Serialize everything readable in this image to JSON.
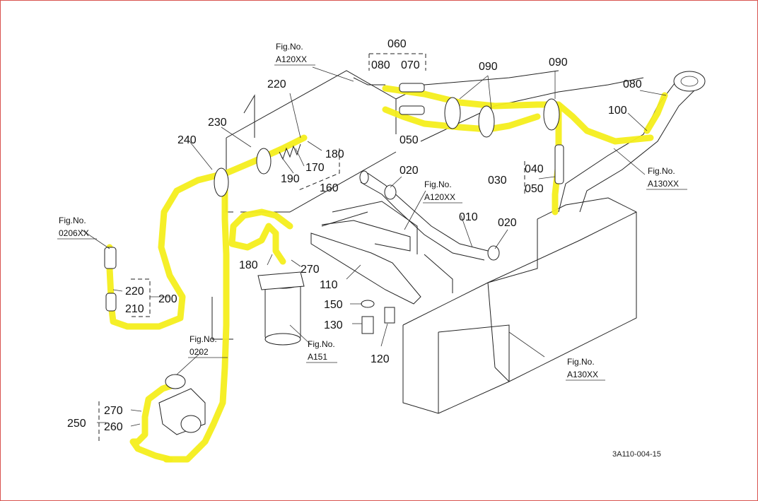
{
  "diagram": {
    "code": "3A110-004-15",
    "highlight_color": "#f4ee1c",
    "frame_color": "#d9534f",
    "fig_refs": {
      "a120_top": {
        "label": "Fig.No.",
        "ref": "A120XX"
      },
      "a120_mid": {
        "label": "Fig.No.",
        "ref": "A120XX"
      },
      "a130_right": {
        "label": "Fig.No.",
        "ref": "A130XX"
      },
      "a130_bottom": {
        "label": "Fig.No.",
        "ref": "A130XX"
      },
      "f0206": {
        "label": "Fig.No.",
        "ref": "0206XX"
      },
      "f0202": {
        "label": "Fig.No.",
        "ref": "0202"
      },
      "a151": {
        "label": "Fig.No.",
        "ref": "A151"
      }
    },
    "parts": {
      "p060": "060",
      "p080a": "080",
      "p070": "070",
      "p050a": "050",
      "p090a": "090",
      "p090b": "090",
      "p080b": "080",
      "p100": "100",
      "p220a": "220",
      "p230": "230",
      "p240": "240",
      "p180a": "180",
      "p170": "170",
      "p190": "190",
      "p160": "160",
      "p020a": "020",
      "p040": "040",
      "p030": "030",
      "p050b": "050",
      "p010": "010",
      "p020b": "020",
      "p180b": "180",
      "p270a": "270",
      "p110": "110",
      "p150": "150",
      "p130": "130",
      "p120": "120",
      "p220b": "220",
      "p200": "200",
      "p210": "210",
      "p270b": "270",
      "p250": "250",
      "p260": "260"
    }
  }
}
